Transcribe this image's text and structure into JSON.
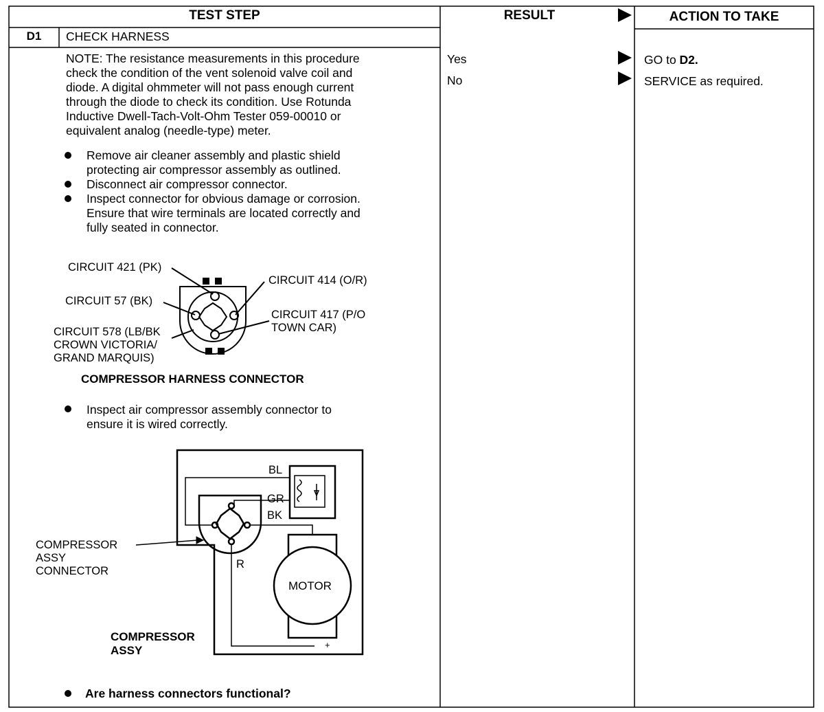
{
  "header": {
    "test_step": "TEST STEP",
    "result": "RESULT",
    "action": "ACTION TO TAKE"
  },
  "step": {
    "id": "D1",
    "title": "CHECK HARNESS"
  },
  "note_lines": [
    "NOTE: The resistance measurements in this procedure",
    "check the condition of the vent solenoid valve coil and",
    "diode. A digital ohmmeter will not pass enough current",
    "through the diode to check its condition. Use Rotunda",
    "Inductive Dwell-Tach-Volt-Ohm Tester 059-00010 or",
    "equivalent analog (needle-type) meter."
  ],
  "bullets1": [
    [
      "Remove air cleaner assembly and plastic shield",
      "protecting air compressor assembly as outlined."
    ],
    [
      "Disconnect air compressor connector."
    ],
    [
      "Inspect connector for obvious damage or corrosion.",
      "Ensure that wire terminals are located correctly and",
      "fully seated in connector."
    ]
  ],
  "harness_diagram": {
    "label_421": "CIRCUIT 421 (PK)",
    "label_414": "CIRCUIT 414 (O/R)",
    "label_57": "CIRCUIT 57 (BK)",
    "label_417": [
      "CIRCUIT 417 (P/O",
      "TOWN CAR)"
    ],
    "label_578": [
      "CIRCUIT 578 (LB/BK",
      "CROWN VICTORIA/",
      "GRAND MARQUIS)"
    ],
    "caption": "COMPRESSOR HARNESS CONNECTOR"
  },
  "bullet2": [
    "Inspect air compressor assembly connector to",
    "ensure it is wired correctly."
  ],
  "assy_diagram": {
    "bl": "BL",
    "gr": "GR",
    "bk": "BK",
    "r": "R",
    "plus": "+",
    "motor": "MOTOR",
    "connector_label": [
      "COMPRESSOR",
      "ASSY",
      "CONNECTOR"
    ],
    "assy_label": [
      "COMPRESSOR",
      "ASSY"
    ]
  },
  "question": "Are harness connectors functional?",
  "results": [
    {
      "answer": "Yes",
      "action_prefix": "GO to ",
      "action_bold": "D2.",
      "action_rest": ""
    },
    {
      "answer": "No",
      "action_prefix": "SERVICE as required.",
      "action_bold": "",
      "action_rest": ""
    }
  ]
}
